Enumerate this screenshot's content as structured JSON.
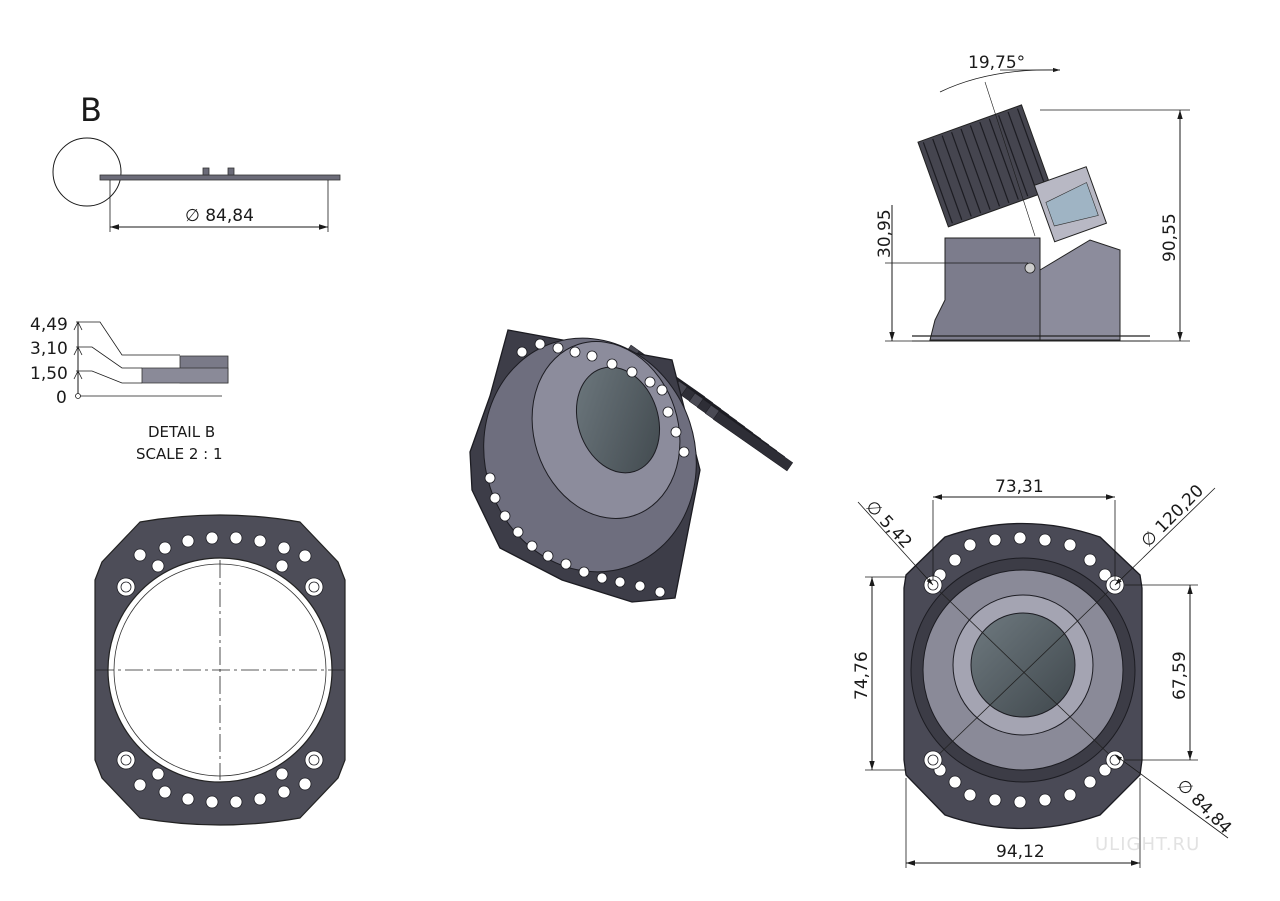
{
  "detail_b": {
    "label": "B",
    "diameter": "∅ 84,84",
    "levels": [
      "4,49",
      "3,10",
      "1,50",
      "0"
    ],
    "caption_line1": "DETAIL B",
    "caption_line2": "SCALE 2 : 1"
  },
  "side_view": {
    "angle": "19,75°",
    "height_total": "90,55",
    "height_pivot": "30,95"
  },
  "front_view": {
    "hole_diameter": "∅ 5,42",
    "outer_diameter": "∅ 120,20",
    "top_width": "73,31",
    "left_height": "74,76",
    "right_height": "67,59",
    "bottom_diameter": "∅ 84,84",
    "bottom_width": "94,12"
  },
  "watermark": "ULIGHT.RU"
}
